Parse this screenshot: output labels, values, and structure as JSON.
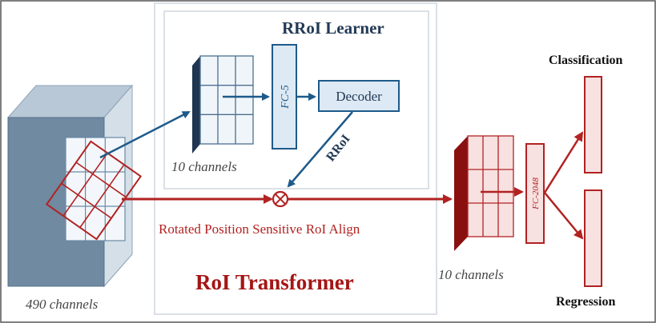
{
  "learner": {
    "title": "RRoI Learner",
    "fc_label": "FC-5",
    "decoder_label": "Decoder",
    "rroi_label": "RRoI",
    "channels_label": "10 channels"
  },
  "transformer": {
    "title": "RoI Transformer",
    "align_label": "Rotated Position Sensitive RoI Align"
  },
  "input_feature": {
    "channels_label": "490 channels"
  },
  "output": {
    "channels_label": "10 channels",
    "fc_label": "FC-2048",
    "classification_label": "Classification",
    "regression_label": "Regression"
  },
  "colors": {
    "blue": "#1e5a8a",
    "dark_blue": "#223a55",
    "red": "#b22222",
    "dark_red": "#8a1010",
    "box_fill_blue": "#dde9f4",
    "box_fill_red": "#f7e1e1"
  }
}
